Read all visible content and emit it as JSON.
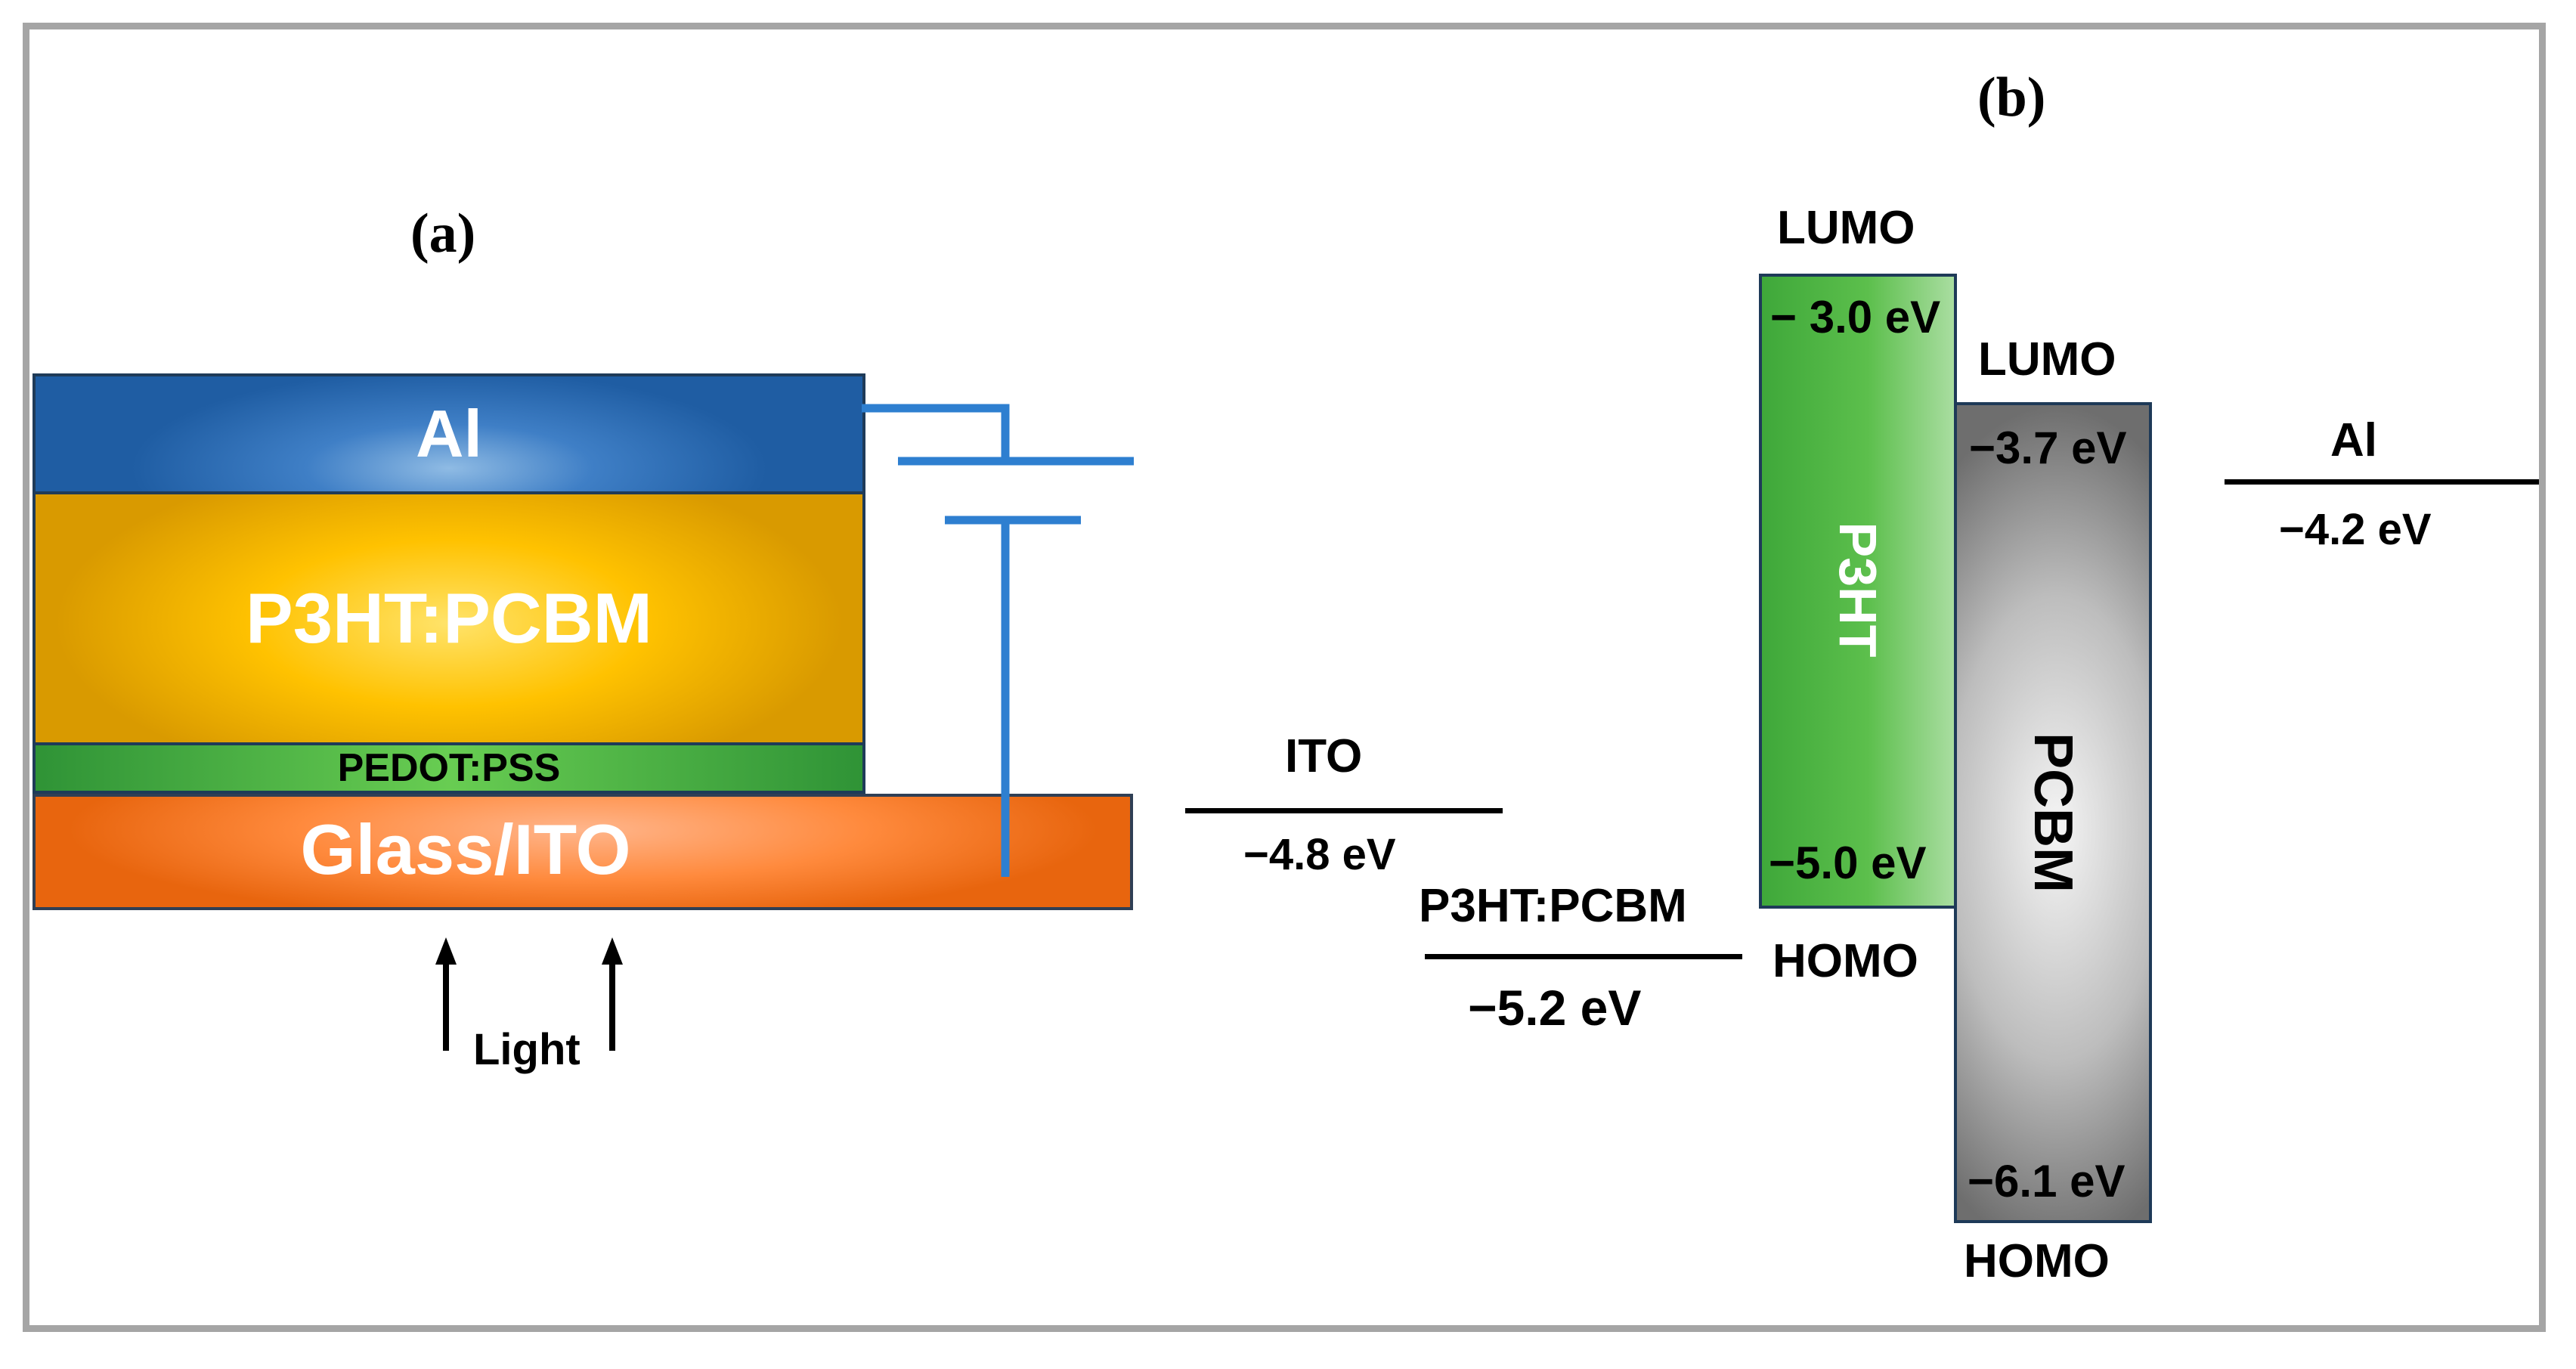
{
  "panels": {
    "a": {
      "label": "(a)"
    },
    "b": {
      "label": "(b)"
    }
  },
  "device": {
    "layers": {
      "al": "Al",
      "active": "P3HT:PCBM",
      "pedot": "PEDOT:PSS",
      "glass": "Glass/ITO"
    },
    "light_label": "Light",
    "colors": {
      "al": "#2f6fb8",
      "active": "#ffc000",
      "pedot": "#4caf3f",
      "glass": "#ff7a2a",
      "circuit": "#2e7fd0"
    }
  },
  "energy": {
    "ito": {
      "name": "ITO",
      "value": "−4.8 eV"
    },
    "blend": {
      "name": "P3HT:PCBM",
      "value": "−5.2 eV"
    },
    "al": {
      "name": "Al",
      "value": "−4.2 eV"
    },
    "p3ht": {
      "name": "P3HT",
      "lumo_label": "LUMO",
      "homo_label": "HOMO",
      "lumo_value": "− 3.0 eV",
      "homo_value": "−5.0 eV",
      "color": "#4cb344"
    },
    "pcbm": {
      "name": "PCBM",
      "lumo_label": "LUMO",
      "homo_label": "HOMO",
      "lumo_value": "−3.7 eV",
      "homo_value": "−6.1 eV",
      "color": "#a6a6a6"
    }
  }
}
